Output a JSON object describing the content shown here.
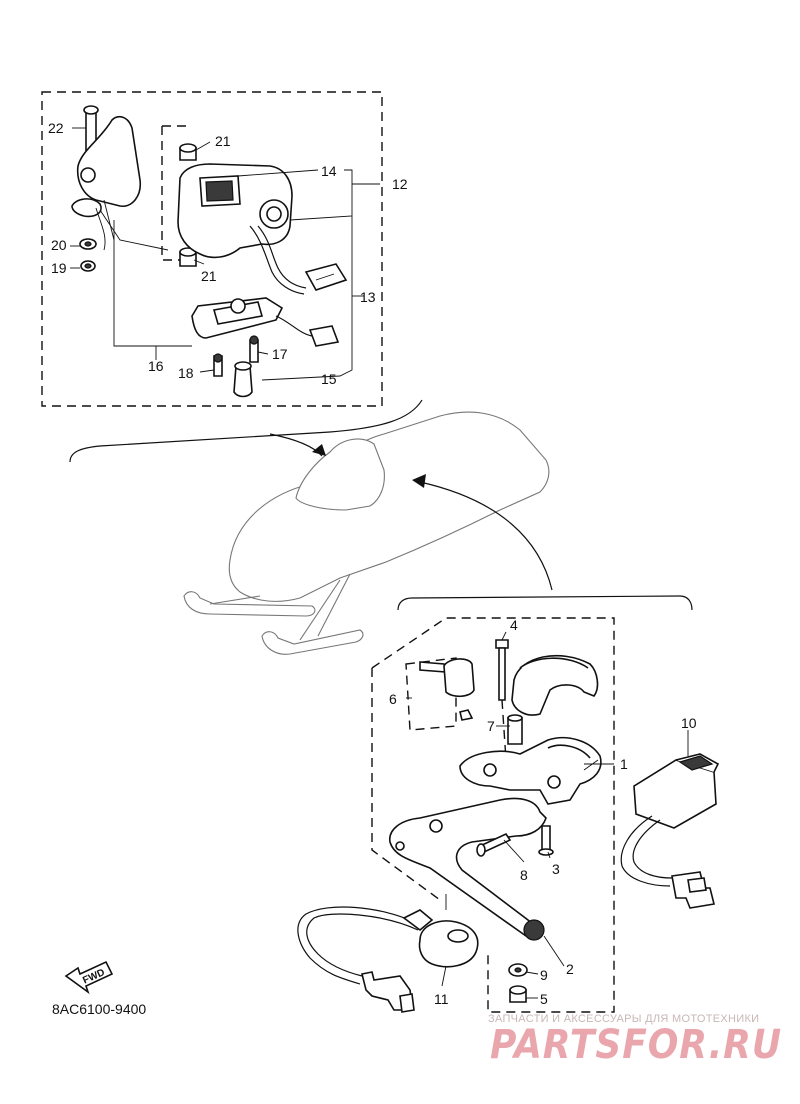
{
  "diagram": {
    "code": "8AC6100-9400",
    "fwd_label": "FWD",
    "callouts": [
      "1",
      "2",
      "3",
      "4",
      "5",
      "6",
      "7",
      "8",
      "9",
      "10",
      "11",
      "12",
      "13",
      "14",
      "15",
      "16",
      "17",
      "18",
      "19",
      "20",
      "21",
      "21",
      "22"
    ]
  },
  "watermark": {
    "caption": "ЗАПЧАСТИ И АКСЕССУАРЫ ДЛЯ МОТОТЕХНИКИ",
    "brand": "PARTSFOR.RU"
  }
}
